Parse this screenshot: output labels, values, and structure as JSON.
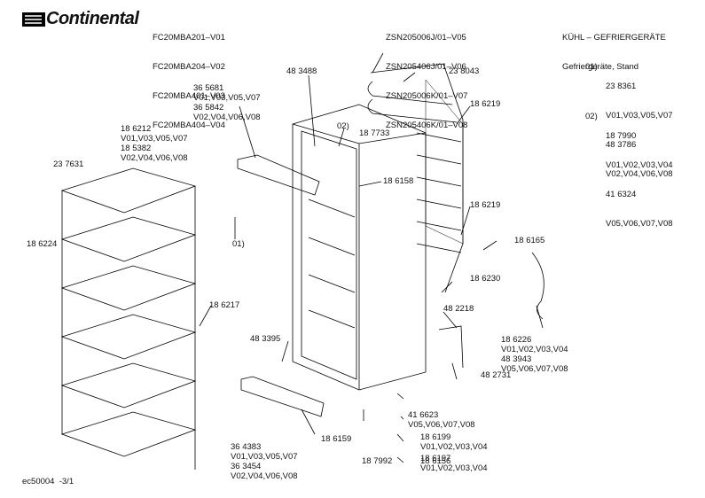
{
  "header": {
    "brand": "Continental",
    "models": [
      "FC20MBA201–V01",
      "FC20MBA204–V02",
      "FC20MBA401–V03",
      "FC20MBA404–V04"
    ],
    "codes": [
      "ZSN205006J/01–V05",
      "ZSN205406J/01–V06",
      "ZSN205006K/01–V07",
      "ZSN205406K/01–V08"
    ],
    "category": "KÜHL – GEFRIERGERÄTE",
    "subcategory": "Gefriergeräte, Stand"
  },
  "notes": [
    {
      "label": "01)",
      "lines": [
        "23 8361",
        "V01,V03,V05,V07",
        "48 3786",
        "V02,V04,V06,V08"
      ]
    },
    {
      "label": "02)",
      "lines": [
        "18 7990",
        "V01,V02,V03,V04",
        "41 6324",
        "V05,V06,V07,V08"
      ]
    }
  ],
  "parts": {
    "p365681": [
      "36 5681",
      "V01,V03,V05,V07",
      "36 5842",
      "V02,V04,V06,V08"
    ],
    "p483488": "48 3488",
    "p238043": "23 8043",
    "p186212": [
      "18 6212",
      "V01,V03,V05,V07",
      "18 5382",
      "V02,V04,V06,V08"
    ],
    "p186219a": "18 6219",
    "p02": "02)",
    "p187733": "18 7733",
    "p237631": "23 7631",
    "p186158": "18 6158",
    "p186219b": "18 6219",
    "p186224": "18 6224",
    "p01": "01)",
    "p186165": "18 6165",
    "p186230": "18 6230",
    "p186217": "18 6217",
    "p482218": "48 2218",
    "p186226": [
      "18 6226",
      "V01,V02,V03,V04",
      "48 3943",
      "V05,V06,V07,V08"
    ],
    "p483395": "48 3395",
    "p482731": "48 2731",
    "p416623": [
      "41 6623",
      "V05,V06,V07,V08"
    ],
    "p186199": [
      "18 6199",
      "V01,V02,V03,V04"
    ],
    "p364383": [
      "36 4383",
      "V01,V03,V05,V07",
      "36 3454",
      "V02,V04,V06,V08"
    ],
    "p186159": "18 6159",
    "p187992": "18 7992",
    "p186197": [
      "18 6197",
      "V01,V02,V03,V04"
    ],
    "p186156": "18 6156"
  },
  "footer": "ec50004  -3/1"
}
